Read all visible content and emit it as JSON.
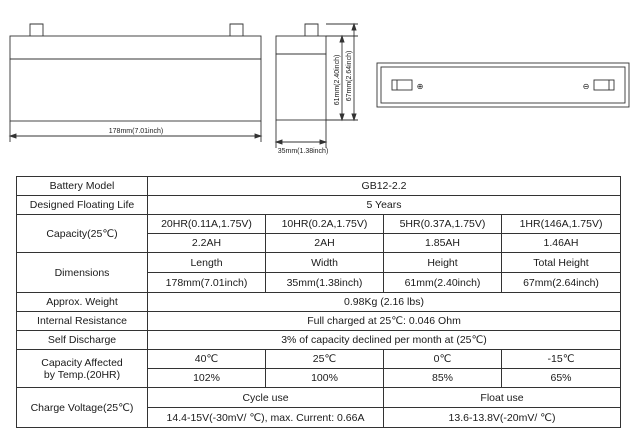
{
  "drawing": {
    "front_length_label": "178mm(7.01inch)",
    "side_width_label": "35mm(1.38inch)",
    "side_height_label": "61mm(2.40inch)",
    "side_total_height_label": "67mm(2.64inch)",
    "terminal_positive": "⊕",
    "terminal_negative": "⊖"
  },
  "spec": {
    "battery_model": {
      "label": "Battery Model",
      "value": "GB12-2.2"
    },
    "floating_life": {
      "label": "Designed Floating Life",
      "value": "5 Years"
    },
    "capacity": {
      "label": "Capacity(25℃)",
      "rates": [
        "20HR(0.11A,1.75V)",
        "10HR(0.2A,1.75V)",
        "5HR(0.37A,1.75V)",
        "1HR(146A,1.75V)"
      ],
      "values": [
        "2.2AH",
        "2AH",
        "1.85AH",
        "1.46AH"
      ]
    },
    "dimensions": {
      "label": "Dimensions",
      "headers": [
        "Length",
        "Width",
        "Height",
        "Total Height"
      ],
      "values": [
        "178mm(7.01inch)",
        "35mm(1.38inch)",
        "61mm(2.40inch)",
        "67mm(2.64inch)"
      ]
    },
    "weight": {
      "label": "Approx. Weight",
      "value": "0.98Kg (2.16 lbs)"
    },
    "internal_resistance": {
      "label": "Internal Resistance",
      "value": "Full charged at 25℃: 0.046 Ohm"
    },
    "self_discharge": {
      "label": "Self Discharge",
      "value": "3% of capacity declined per month at (25℃)"
    },
    "temp_capacity": {
      "label_line1": "Capacity Affected",
      "label_line2": "by Temp.(20HR)",
      "temps": [
        "40℃",
        "25℃",
        "0℃",
        "-15℃"
      ],
      "values": [
        "102%",
        "100%",
        "85%",
        "65%"
      ]
    },
    "charge_voltage": {
      "label": "Charge Voltage(25℃)",
      "cycle_header": "Cycle use",
      "cycle_value": "14.4-15V(-30mV/ ℃), max. Current: 0.66A",
      "float_header": "Float use",
      "float_value": "13.6-13.8V(-20mV/ ℃)"
    }
  }
}
